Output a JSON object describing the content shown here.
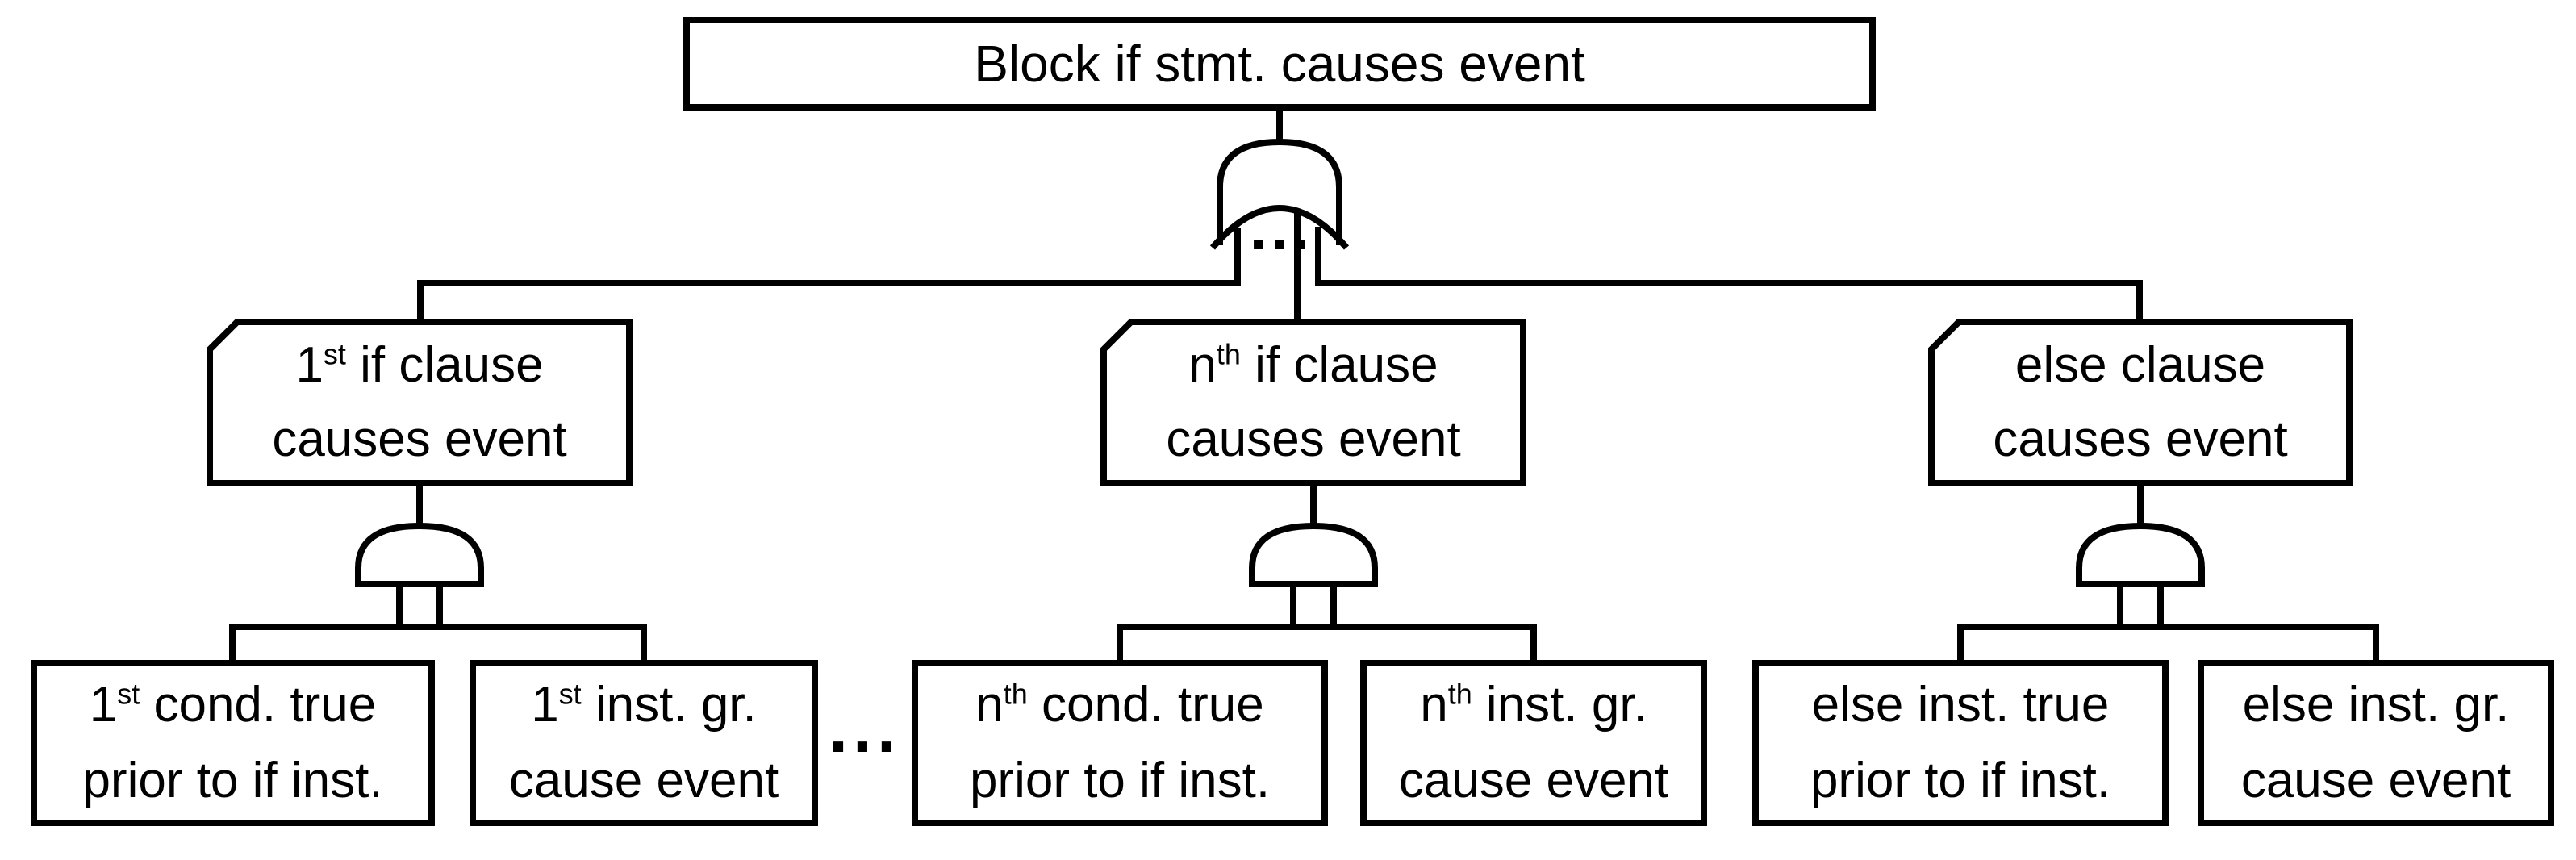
{
  "colors": {
    "line": "#000000",
    "text": "#000000",
    "background": "#ffffff",
    "box_fill": "#ffffff"
  },
  "top_event": {
    "label": "Block if stmt. causes event"
  },
  "top_gate": {
    "type": "or",
    "icon": "or-gate-icon",
    "ellipsis": "..."
  },
  "row_ellipsis": "...",
  "branches": [
    {
      "id": "first-if-clause",
      "event": {
        "l1_base": "1",
        "l1_sup": "st",
        "l1_rest": " if clause",
        "l2": "causes event"
      },
      "gate": {
        "type": "and",
        "icon": "and-gate-icon"
      },
      "children": [
        {
          "l1_base": "1",
          "l1_sup": "st",
          "l1_rest": " cond. true",
          "l2": "prior to if inst."
        },
        {
          "l1_base": "1",
          "l1_sup": "st",
          "l1_rest": " inst. gr.",
          "l2": "cause event"
        }
      ]
    },
    {
      "id": "nth-if-clause",
      "event": {
        "l1_base": "n",
        "l1_sup": "th",
        "l1_rest": " if clause",
        "l2": "causes event"
      },
      "gate": {
        "type": "and",
        "icon": "and-gate-icon"
      },
      "children": [
        {
          "l1_base": "n",
          "l1_sup": "th",
          "l1_rest": " cond. true",
          "l2": "prior to if inst."
        },
        {
          "l1_base": "n",
          "l1_sup": "th",
          "l1_rest": " inst. gr.",
          "l2": "cause event"
        }
      ]
    },
    {
      "id": "else-clause",
      "event": {
        "l1_base": "else clause",
        "l1_sup": "",
        "l1_rest": "",
        "l2": "causes event"
      },
      "gate": {
        "type": "and",
        "icon": "and-gate-icon"
      },
      "children": [
        {
          "l1_base": "else inst. true",
          "l1_sup": "",
          "l1_rest": "",
          "l2": "prior to if inst."
        },
        {
          "l1_base": "else inst. gr.",
          "l1_sup": "",
          "l1_rest": "",
          "l2": "cause event"
        }
      ]
    }
  ]
}
